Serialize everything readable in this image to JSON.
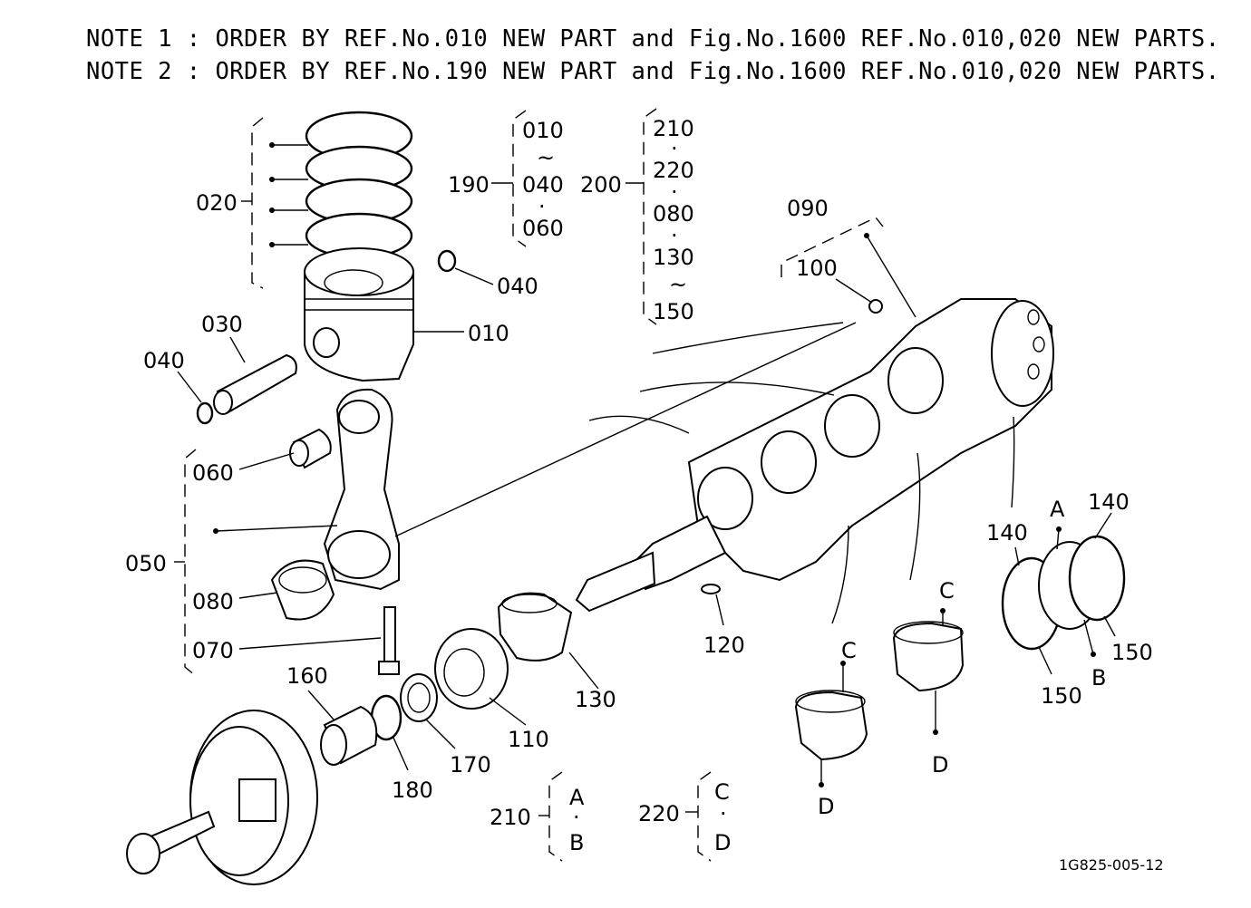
{
  "notes": [
    "NOTE 1 : ORDER BY REF.No.010 NEW PART and Fig.No.1600 REF.No.010,020 NEW PARTS.",
    "NOTE 2 : ORDER BY REF.No.190 NEW PART and Fig.No.1600 REF.No.010,020 NEW PARTS."
  ],
  "labels": {
    "p010": "010",
    "p020": "020",
    "p030": "030",
    "p040a": "040",
    "p040b": "040",
    "p050": "050",
    "p060": "060",
    "p070": "070",
    "p080": "080",
    "p090": "090",
    "p100": "100",
    "p110": "110",
    "p120": "120",
    "p130": "130",
    "p140a": "140",
    "p140b": "140",
    "p150a": "150",
    "p150b": "150",
    "p160": "160",
    "p170": "170",
    "p180": "180"
  },
  "groups": {
    "g190": {
      "ref": "190",
      "items": [
        "010",
        "~",
        "040",
        "·",
        "060"
      ]
    },
    "g200": {
      "ref": "200",
      "items": [
        "210",
        "·",
        "220",
        "·",
        "080",
        "·",
        "130",
        "~",
        "150"
      ]
    },
    "g210": {
      "ref": "210",
      "items": [
        "A",
        "·",
        "B"
      ]
    },
    "g220": {
      "ref": "220",
      "items": [
        "C",
        "·",
        "D"
      ]
    }
  },
  "letters": {
    "A": "A",
    "B": "B",
    "C": "C",
    "D": "D"
  },
  "figure_code": "1G825-005-12"
}
